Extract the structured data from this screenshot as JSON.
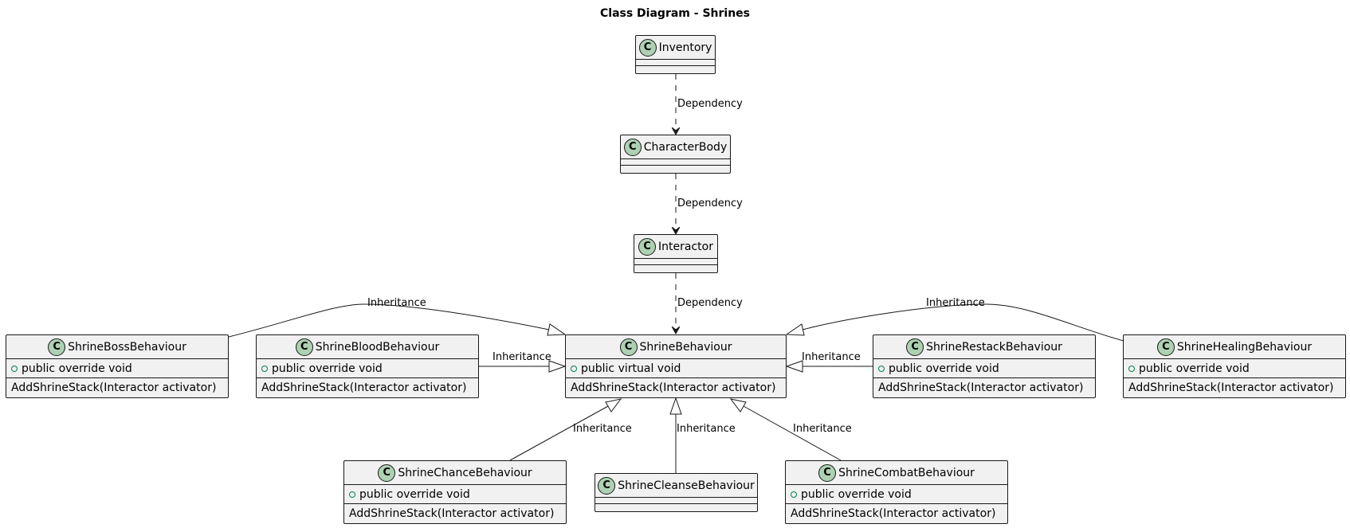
{
  "diagram": {
    "title": "Class Diagram - Shrines",
    "icon_letter": "C",
    "colors": {
      "box_fill": "#f1f1f1",
      "icon_fill": "#add1b2",
      "line": "#181818"
    },
    "classes": {
      "inventory": {
        "name": "Inventory"
      },
      "characterbody": {
        "name": "CharacterBody"
      },
      "interactor": {
        "name": "Interactor"
      },
      "shrinebehaviour": {
        "name": "ShrineBehaviour",
        "field": "public virtual void",
        "method": "AddShrineStack(Interactor activator)"
      },
      "shrineboss": {
        "name": "ShrineBossBehaviour",
        "field": "public override void",
        "method": "AddShrineStack(Interactor activator)"
      },
      "shrineblood": {
        "name": "ShrineBloodBehaviour",
        "field": "public override void",
        "method": "AddShrineStack(Interactor activator)"
      },
      "shrinerestack": {
        "name": "ShrineRestackBehaviour",
        "field": "public override void",
        "method": "AddShrineStack(Interactor activator)"
      },
      "shrinehealing": {
        "name": "ShrineHealingBehaviour",
        "field": "public override void",
        "method": "AddShrineStack(Interactor activator)"
      },
      "shrinechance": {
        "name": "ShrineChanceBehaviour",
        "field": "public override void",
        "method": "AddShrineStack(Interactor activator)"
      },
      "shrinecleanse": {
        "name": "ShrineCleanseBehaviour"
      },
      "shrinecombat": {
        "name": "ShrineCombatBehaviour",
        "field": "public override void",
        "method": "AddShrineStack(Interactor activator)"
      }
    },
    "edges": {
      "inventory_characterbody": {
        "from": "Inventory",
        "to": "CharacterBody",
        "kind": "dependency",
        "label": "Dependency"
      },
      "characterbody_interactor": {
        "from": "CharacterBody",
        "to": "Interactor",
        "kind": "dependency",
        "label": "Dependency"
      },
      "interactor_shrinebehaviour": {
        "from": "Interactor",
        "to": "ShrineBehaviour",
        "kind": "dependency",
        "label": "Dependency"
      },
      "boss_inherit": {
        "from": "ShrineBossBehaviour",
        "to": "ShrineBehaviour",
        "kind": "inheritance",
        "label": "Inheritance"
      },
      "blood_inherit": {
        "from": "ShrineBloodBehaviour",
        "to": "ShrineBehaviour",
        "kind": "inheritance",
        "label": "Inheritance"
      },
      "restack_inherit": {
        "from": "ShrineRestackBehaviour",
        "to": "ShrineBehaviour",
        "kind": "inheritance",
        "label": "Inheritance"
      },
      "healing_inherit": {
        "from": "ShrineHealingBehaviour",
        "to": "ShrineBehaviour",
        "kind": "inheritance",
        "label": "Inheritance"
      },
      "chance_inherit": {
        "from": "ShrineChanceBehaviour",
        "to": "ShrineBehaviour",
        "kind": "inheritance",
        "label": "Inheritance"
      },
      "cleanse_inherit": {
        "from": "ShrineCleanseBehaviour",
        "to": "ShrineBehaviour",
        "kind": "inheritance",
        "label": "Inheritance"
      },
      "combat_inherit": {
        "from": "ShrineCombatBehaviour",
        "to": "ShrineBehaviour",
        "kind": "inheritance",
        "label": "Inheritance"
      }
    }
  }
}
